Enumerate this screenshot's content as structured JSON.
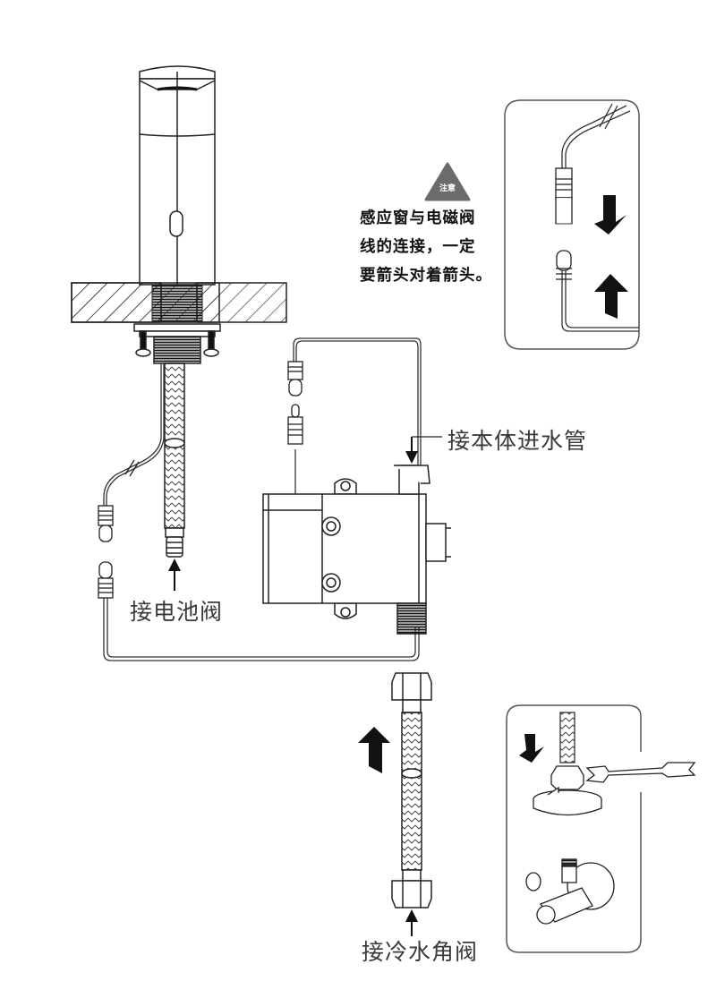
{
  "diagram": {
    "title": "Induction faucet installation diagram",
    "components": [
      "sensor-faucet",
      "countertop",
      "mounting-nut",
      "braided-hose-faucet",
      "sensor-cable",
      "solenoid-control-box",
      "inlet-hose",
      "angle-valve"
    ]
  },
  "labels": {
    "battery_valve": "接电池阀",
    "body_inlet": "接本体进水管",
    "cold_angle_valve": "接冷水角阀"
  },
  "warning": {
    "icon": "warning-triangle-icon",
    "badge": "注意",
    "lines": [
      "感应窗与电磁阀",
      "线的连接，一定",
      "要箭头对着箭头。"
    ],
    "color": "#6b6b6b"
  },
  "insets": {
    "connector_detail": "connector arrow-to-arrow alignment",
    "valve_detail": "tighten hose nut on angle valve with wrench"
  },
  "colors": {
    "line": "#222222",
    "fill_dark": "#111111",
    "inset_border": "#555555"
  }
}
